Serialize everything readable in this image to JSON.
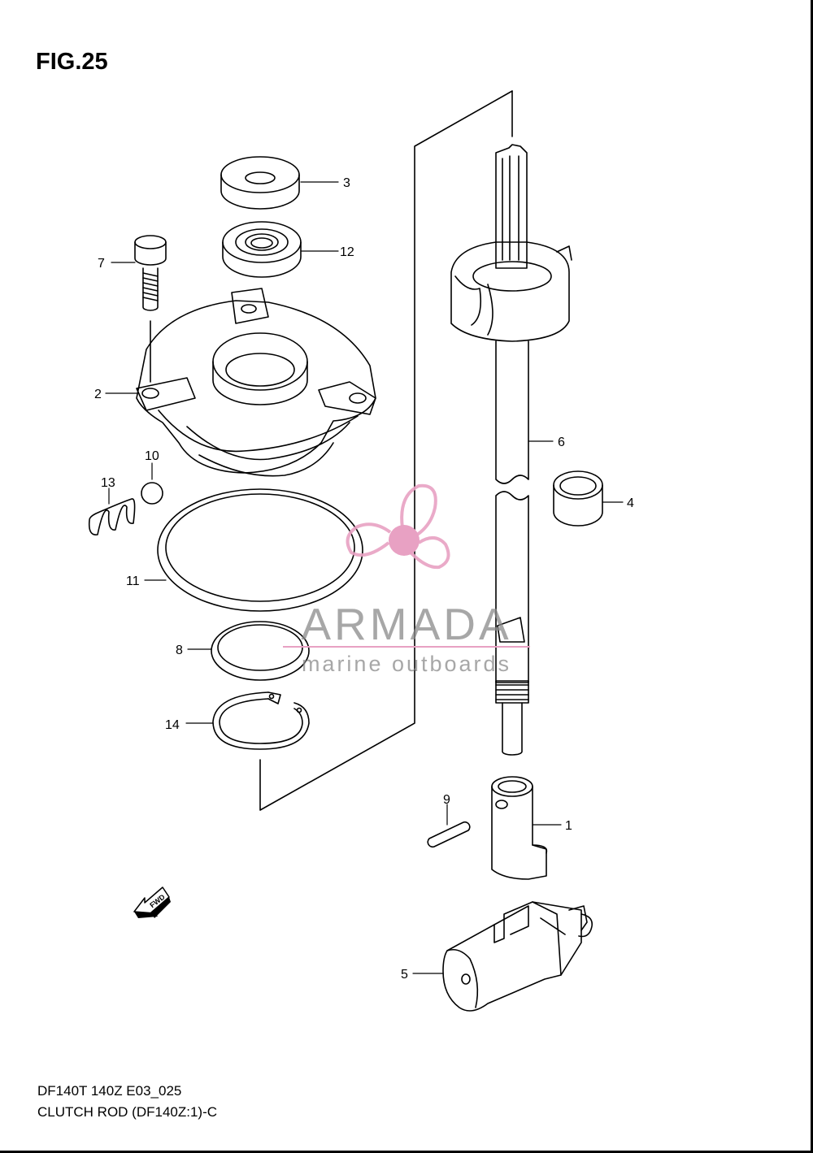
{
  "figure": {
    "title": "FIG.25",
    "code": "DF140T 140Z E03_025",
    "name": "CLUTCH ROD (DF140Z:1)-C"
  },
  "fwd_label": "FWD",
  "watermark": {
    "brand": "ARMADA",
    "tagline": "marine outboards",
    "color": "#e8a1c3"
  },
  "callouts": [
    {
      "id": "3",
      "label": "3"
    },
    {
      "id": "12",
      "label": "12"
    },
    {
      "id": "7",
      "label": "7"
    },
    {
      "id": "2",
      "label": "2"
    },
    {
      "id": "10",
      "label": "10"
    },
    {
      "id": "13",
      "label": "13"
    },
    {
      "id": "11",
      "label": "11"
    },
    {
      "id": "8",
      "label": "8"
    },
    {
      "id": "14",
      "label": "14"
    },
    {
      "id": "6",
      "label": "6"
    },
    {
      "id": "4",
      "label": "4"
    },
    {
      "id": "9",
      "label": "9"
    },
    {
      "id": "1",
      "label": "1"
    },
    {
      "id": "5",
      "label": "5"
    }
  ]
}
